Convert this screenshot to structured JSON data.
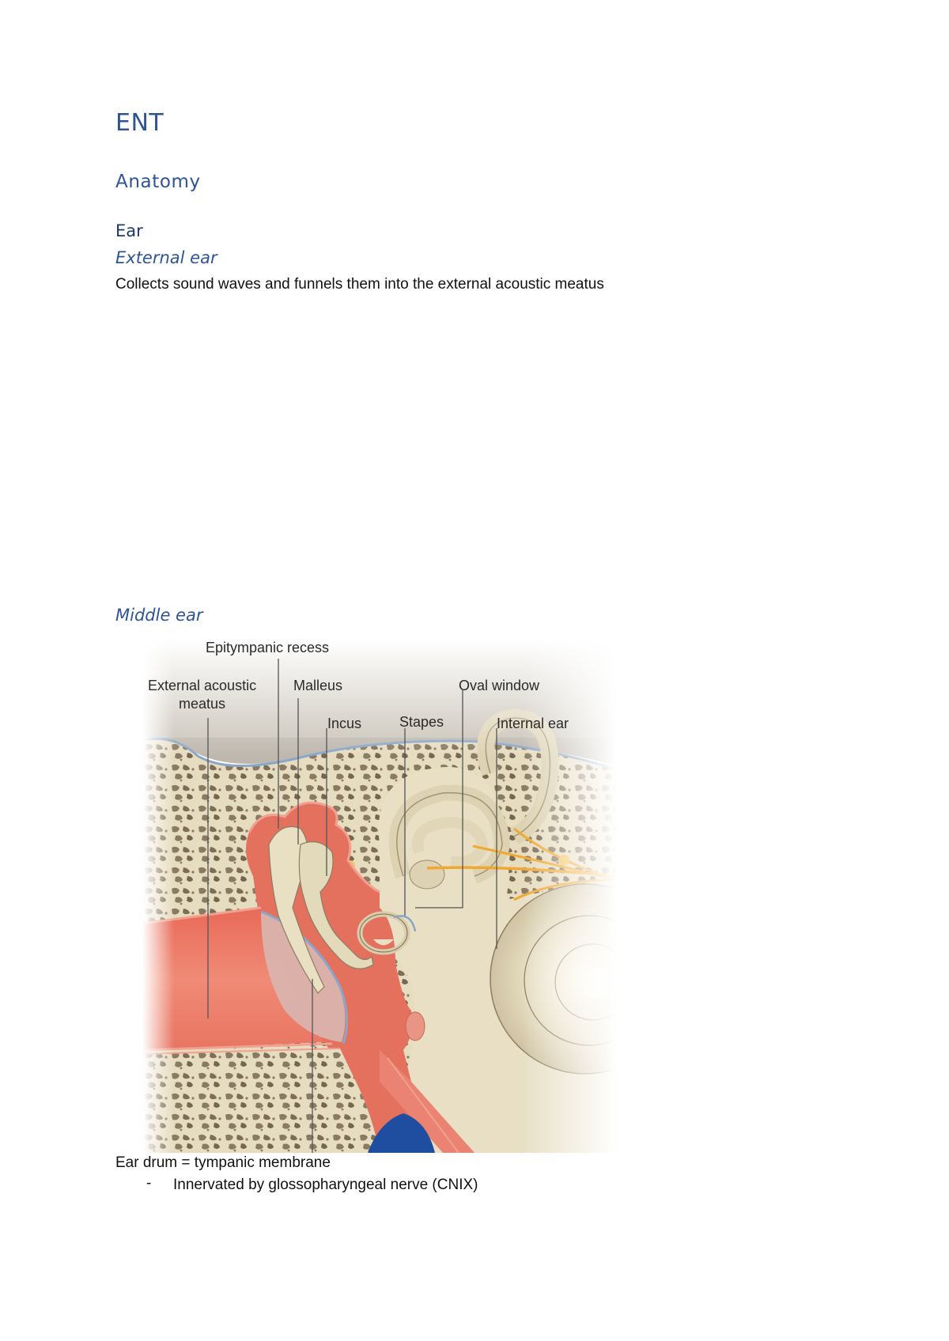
{
  "document": {
    "title": "ENT",
    "section": "Anatomy",
    "subsection": "Ear",
    "external_ear": {
      "heading": "External ear",
      "text": "Collects sound waves and funnels them into the external acoustic meatus"
    },
    "middle_ear": {
      "heading": "Middle ear",
      "figure": {
        "labels": {
          "epitympanic_recess": "Epitympanic recess",
          "external_acoustic_meatus_line1": "External acoustic",
          "external_acoustic_meatus_line2": "meatus",
          "malleus": "Malleus",
          "incus": "Incus",
          "stapes": "Stapes",
          "oval_window": "Oval window",
          "internal_ear": "Internal ear"
        },
        "colors": {
          "bone": "#e6dcc0",
          "bone_pores": "#8a7a63",
          "soft_tissue": "#e4705e",
          "soft_tissue_light": "#f2a090",
          "membrane": "#d9b3ad",
          "lining_blue": "#8aa6c8",
          "nerve": "#f0a830",
          "vessel_blue": "#1f4ea0",
          "dura_gray": "#bdb7ad"
        }
      },
      "ear_drum_text": "Ear drum = tympanic membrane",
      "bullets": [
        {
          "marker": "-",
          "text": "Innervated by glossopharyngeal nerve (CNIX)"
        }
      ]
    }
  }
}
